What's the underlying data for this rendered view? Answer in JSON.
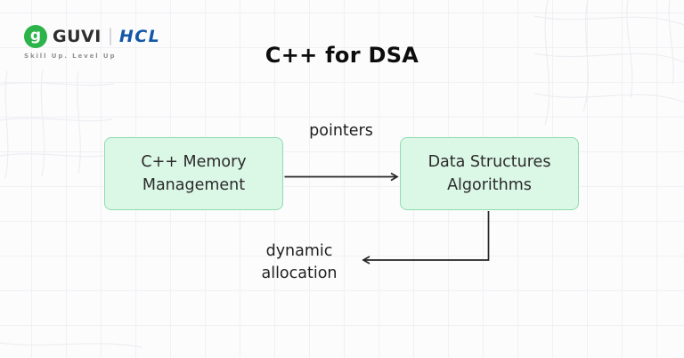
{
  "brand": {
    "logo_glyph": "g",
    "guvi": "GUVI",
    "hcl": "HCL",
    "tagline": "Skill Up. Level Up"
  },
  "header": {
    "title": "C++ for DSA"
  },
  "diagram": {
    "nodes": [
      {
        "id": "memory",
        "label": "C++ Memory\nManagement"
      },
      {
        "id": "dsa",
        "label": "Data Structures\nAlgorithms"
      }
    ],
    "edges": [
      {
        "from": "memory",
        "to": "dsa",
        "label": "pointers",
        "direction": "right"
      },
      {
        "from": "dsa",
        "to": "outside",
        "label": "dynamic\nallocation",
        "direction": "down-left"
      }
    ],
    "edge_labels": {
      "top": "pointers",
      "bottom": "dynamic\nallocation"
    }
  },
  "colors": {
    "node_fill": "#dbf7e6",
    "node_border": "#90dcb0",
    "arrow": "#262626",
    "guvi_green": "#2cb44b",
    "hcl_blue": "#1457a8",
    "grid_line": "#f1f1f5",
    "background": "#fcfcfd"
  }
}
